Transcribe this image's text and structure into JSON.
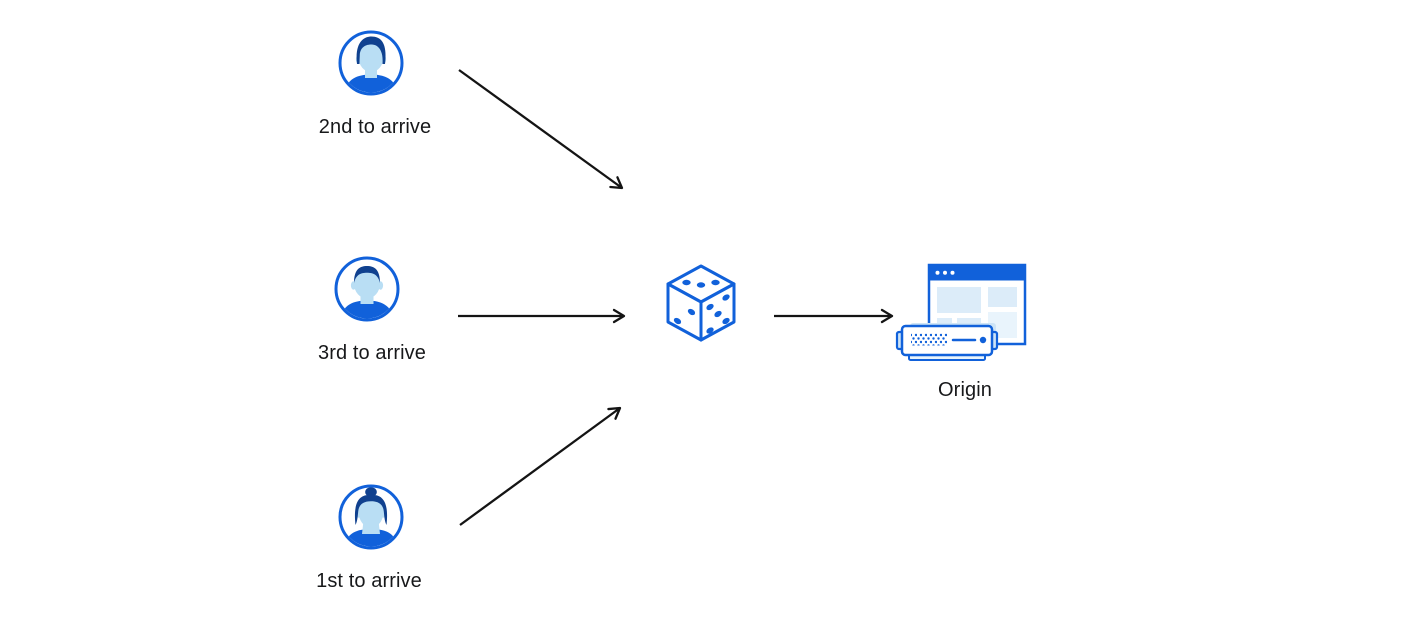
{
  "diagram": {
    "clients": [
      {
        "id": "second",
        "label": "2nd to arrive",
        "icon": "avatar-man-quiff-icon"
      },
      {
        "id": "third",
        "label": "3rd to arrive",
        "icon": "avatar-man-short-hair-icon"
      },
      {
        "id": "first",
        "label": "1st to arrive",
        "icon": "avatar-woman-bun-icon"
      }
    ],
    "load_balancer": {
      "icon": "dice-icon"
    },
    "origin": {
      "label": "Origin",
      "icons": [
        "browser-window-icon",
        "server-icon"
      ]
    },
    "colors": {
      "primary": "#1161da",
      "dark": "#10418f",
      "face": "#b9def4",
      "light": "#dcecf9",
      "pale": "#cde4f6",
      "base": "#e9f4fc",
      "arrow": "#141414",
      "text": "#17181a"
    }
  }
}
